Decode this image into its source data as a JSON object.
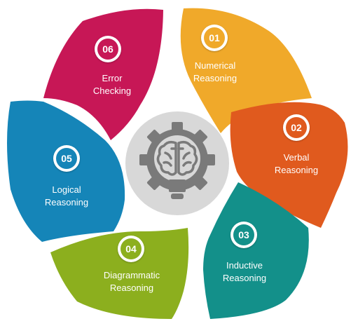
{
  "colors": {
    "step1": "#f0a92a",
    "step2": "#e05a1e",
    "step3": "#13908a",
    "step4": "#8caf1e",
    "step5": "#1585b8",
    "step6": "#c71756",
    "hub": "#d8d8d8",
    "gear": "#7a7a7a"
  },
  "steps": [
    {
      "number": "01",
      "line1": "Numerical",
      "line2": "Reasoning"
    },
    {
      "number": "02",
      "line1": "Verbal",
      "line2": "Reasoning"
    },
    {
      "number": "03",
      "line1": "Inductive",
      "line2": "Reasoning"
    },
    {
      "number": "04",
      "line1": "Diagrammatic",
      "line2": "Reasoning"
    },
    {
      "number": "05",
      "line1": "Logical",
      "line2": "Reasoning"
    },
    {
      "number": "06",
      "line1": "Error",
      "line2": "Checking"
    }
  ],
  "hub_icon": "gear-brain-lightbulb-icon"
}
